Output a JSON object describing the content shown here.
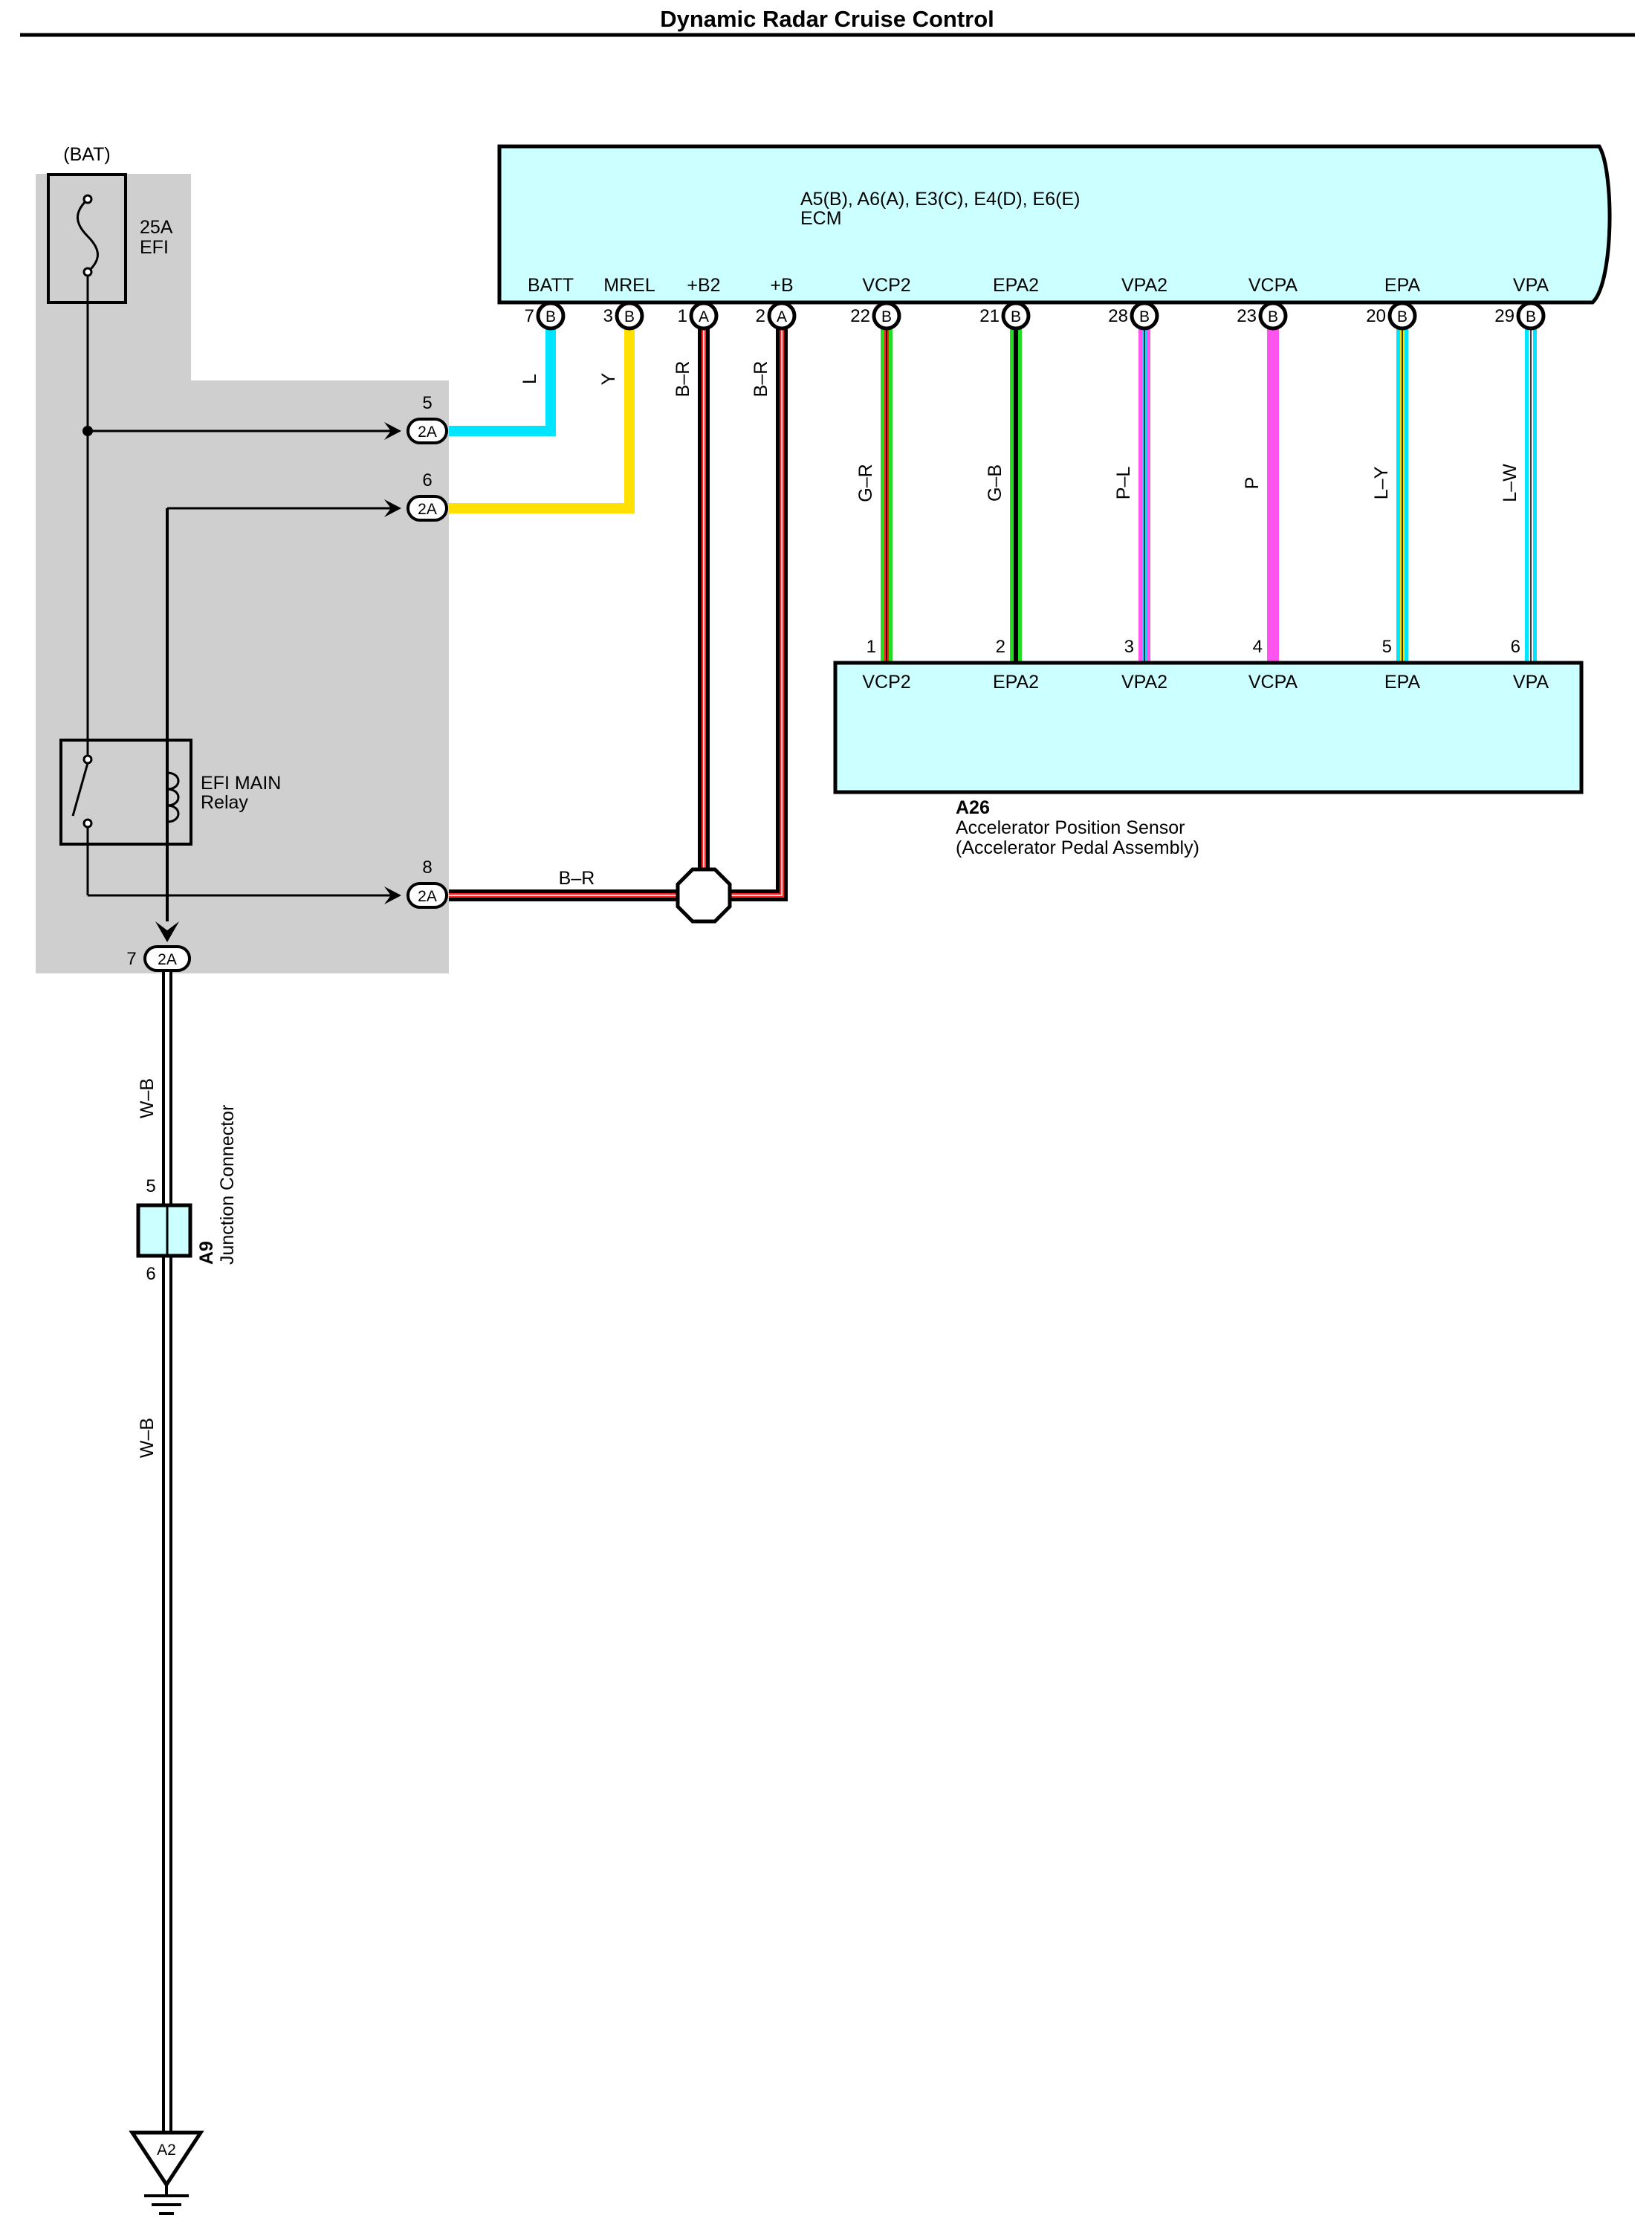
{
  "title": "Dynamic Radar Cruise Control",
  "colors": {
    "panel": "#cfcfcf",
    "box_fill": "#ccffff",
    "L": "#00e5ff",
    "Y": "#ffe000",
    "R": "#ff2020",
    "G": "#22dd22",
    "P": "#ff55ee",
    "W": "#ffffff",
    "B": "#000000"
  },
  "power": {
    "bat": "(BAT)",
    "fuse_amp": "25A",
    "fuse_name": "EFI",
    "relay_line1": "EFI MAIN",
    "relay_line2": "Relay",
    "connector_code": "2A",
    "conn_5": "5",
    "conn_6": "6",
    "conn_8": "8",
    "conn_7": "7"
  },
  "ecm": {
    "codes": "A5(B), A6(A), E3(C), E4(D), E6(E)",
    "name": "ECM",
    "pins": [
      {
        "label": "BATT",
        "num": "7",
        "conn": "B",
        "wire": "L"
      },
      {
        "label": "MREL",
        "num": "3",
        "conn": "B",
        "wire": "Y"
      },
      {
        "label": "+B2",
        "num": "1",
        "conn": "A",
        "wire": "B–R"
      },
      {
        "label": "+B",
        "num": "2",
        "conn": "A",
        "wire": "B–R"
      },
      {
        "label": "VCP2",
        "num": "22",
        "conn": "B",
        "wire": "G–R"
      },
      {
        "label": "EPA2",
        "num": "21",
        "conn": "B",
        "wire": "G–B"
      },
      {
        "label": "VPA2",
        "num": "28",
        "conn": "B",
        "wire": "P–L"
      },
      {
        "label": "VCPA",
        "num": "23",
        "conn": "B",
        "wire": "P"
      },
      {
        "label": "EPA",
        "num": "20",
        "conn": "B",
        "wire": "L–Y"
      },
      {
        "label": "VPA",
        "num": "29",
        "conn": "B",
        "wire": "L–W"
      }
    ]
  },
  "sensor": {
    "code": "A26",
    "name": "Accelerator Position Sensor",
    "sub": "(Accelerator Pedal Assembly)",
    "pins": [
      {
        "label": "VCP2",
        "num": "1"
      },
      {
        "label": "EPA2",
        "num": "2"
      },
      {
        "label": "VPA2",
        "num": "3"
      },
      {
        "label": "VCPA",
        "num": "4"
      },
      {
        "label": "EPA",
        "num": "5"
      },
      {
        "label": "VPA",
        "num": "6"
      }
    ]
  },
  "harness": {
    "splice_wire": "B–R"
  },
  "junction": {
    "code": "A9",
    "name": "Junction Connector",
    "pin_top": "5",
    "pin_bottom": "6",
    "wire_top": "W–B",
    "wire_bottom": "W–B"
  },
  "ground": {
    "code": "A2"
  }
}
